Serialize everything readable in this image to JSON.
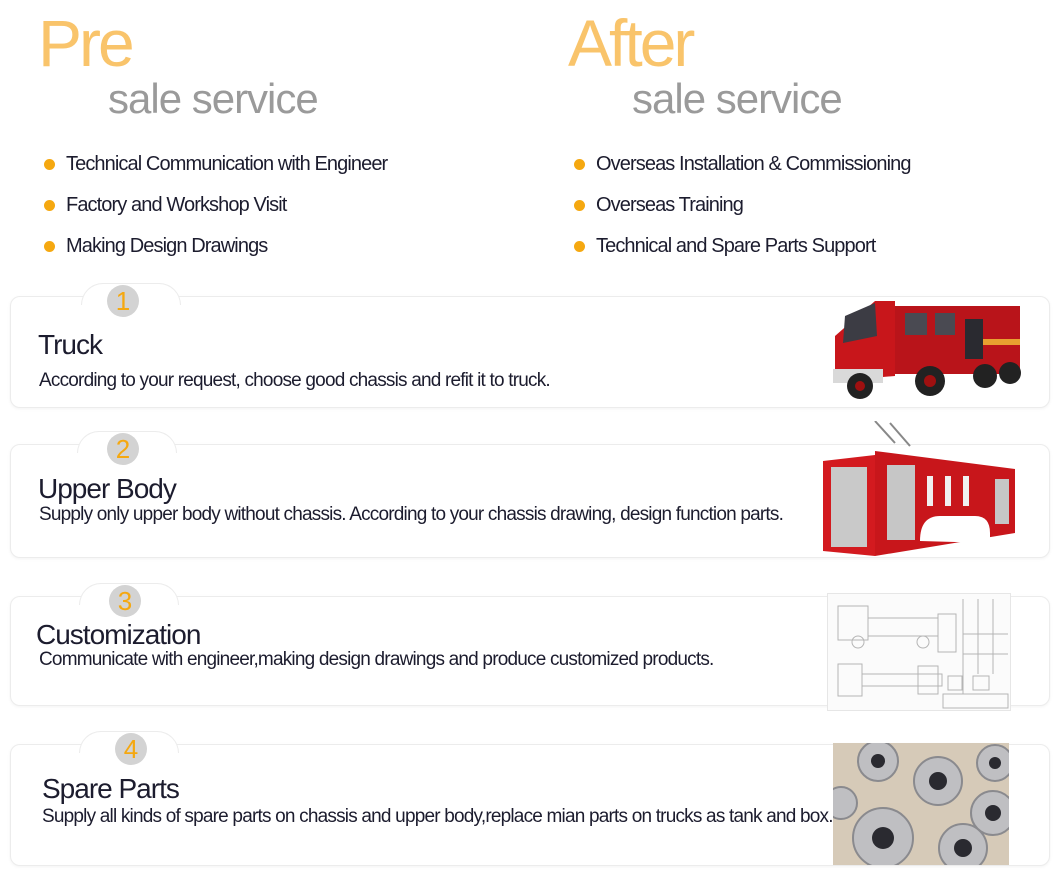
{
  "pre_sale": {
    "heading": "Pre",
    "subheading": "sale service",
    "items": [
      "Technical Communication with Engineer",
      "Factory and Workshop Visit",
      "Making Design Drawings"
    ]
  },
  "after_sale": {
    "heading": "After",
    "subheading": "sale service",
    "items": [
      "Overseas Installation & Commissioning",
      "Overseas Training",
      "Technical and Spare Parts Support"
    ]
  },
  "colors": {
    "accent_orange": "#f9c46b",
    "bullet": "#f5a810",
    "subheading_gray": "#9a9a9a",
    "badge_gray": "#d3d3d3",
    "text_dark": "#1c1c2e"
  },
  "services": [
    {
      "number": "1",
      "title": "Truck",
      "description": "According to your request, choose good chassis and refit it to truck.",
      "image": "fire-truck-image"
    },
    {
      "number": "2",
      "title": "Upper Body",
      "description": "Supply only upper body  without chassis. According to your chassis drawing, design function parts.",
      "image": "fire-truck-upper-body-image"
    },
    {
      "number": "3",
      "title": "Customization",
      "description": "Communicate with engineer,making design drawings and produce customized products.",
      "image": "technical-drawing-image"
    },
    {
      "number": "4",
      "title": "Spare Parts",
      "description": "Supply all kinds of spare parts on chassis and upper body,replace mian parts on trucks as tank and box.",
      "image": "spare-parts-image"
    }
  ]
}
